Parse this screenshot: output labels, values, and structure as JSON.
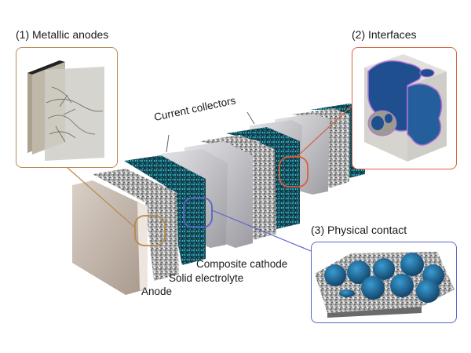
{
  "figure": {
    "layers": [
      {
        "name": "Anode"
      },
      {
        "name": "Solid electrolyte"
      },
      {
        "name": "Composite cathode"
      },
      {
        "name": "Current collectors"
      }
    ],
    "labels": {
      "current_collectors": "Current collectors",
      "composite_cathode": "Composite cathode",
      "solid_electrolyte": "Solid electrolyte",
      "anode": "Anode"
    },
    "insets": [
      {
        "title": "(1)  Metallic anodes",
        "border_color": "#b8894f"
      },
      {
        "title": "(2)  Interfaces",
        "border_color": "#d9603f"
      },
      {
        "title": "(3)  Physical contact",
        "border_color": "#5a64c4"
      }
    ]
  },
  "colors": {
    "anode": "#c9beb4",
    "electrolyte": "#a5a5a5",
    "cathode": "#1f6f7e",
    "collector": "#c8c8cc",
    "bead_blue": "#1f6a9c",
    "interface_blue": "#1f4f8f",
    "interface_purple": "#b070d8"
  }
}
